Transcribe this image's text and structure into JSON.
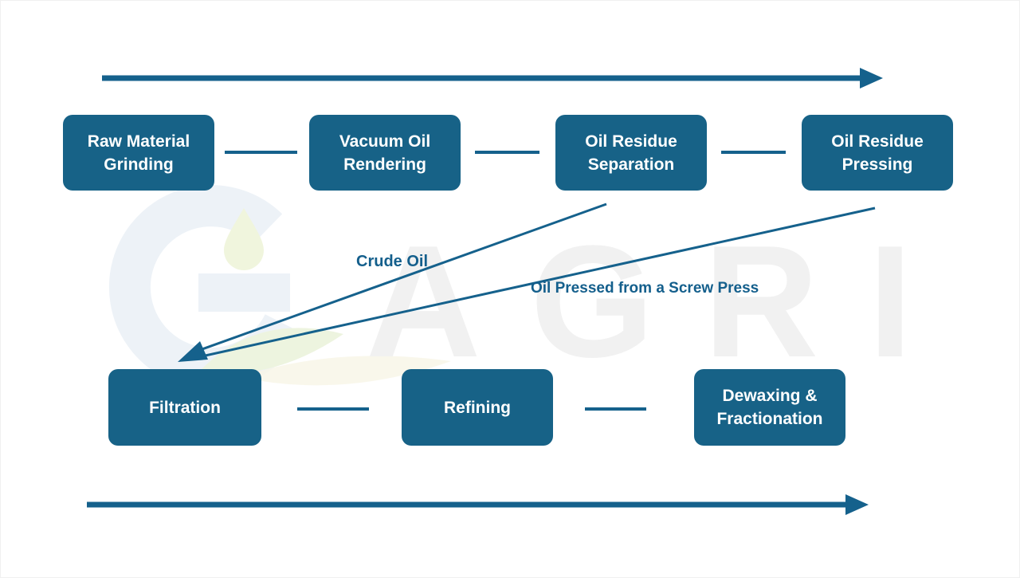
{
  "slide": {
    "watermark_text": "AGRI",
    "top_row_boxes": [
      {
        "label": "Raw Material Grinding"
      },
      {
        "label": "Vacuum Oil Rendering"
      },
      {
        "label": "Oil Residue Separation"
      },
      {
        "label": "Oil Residue Pressing"
      }
    ],
    "bottom_row_boxes": [
      {
        "label": "Filtration"
      },
      {
        "label": "Refining"
      },
      {
        "label": "Dewaxing & Fractionation"
      }
    ],
    "connector_labels": {
      "crude_oil": "Crude Oil",
      "screw_press": "Oil Pressed from a Screw Press"
    },
    "colors": {
      "box_fill": "#176287",
      "flow_line": "#15618C",
      "label_text": "#145F8C",
      "watermark_gray": "#F1F1F1",
      "watermark_blue": "#EDF2F7",
      "watermark_leaf_green": "#EDF4DF",
      "watermark_droplet_green": "#F0F5DD"
    }
  }
}
